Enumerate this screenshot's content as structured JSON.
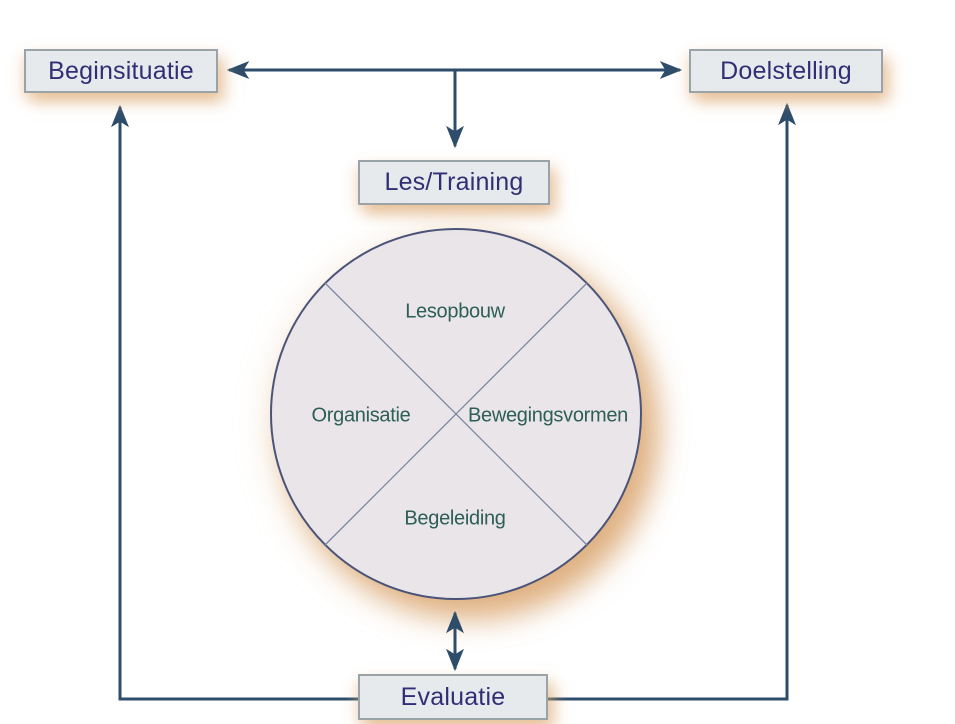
{
  "diagram": {
    "title": "lesson-training planning cycle",
    "boxes": {
      "beginsituatie": "Beginsituatie",
      "doelstelling": "Doelstelling",
      "les_training": "Les/Training",
      "evaluatie": "Evaluatie"
    },
    "circle": {
      "segments": [
        {
          "position": "top",
          "label": "Lesopbouw"
        },
        {
          "position": "left",
          "label": "Organisatie"
        },
        {
          "position": "right",
          "label": "Bewegingsvormen"
        },
        {
          "position": "bottom",
          "label": "Begeleiding"
        }
      ]
    },
    "connections": [
      {
        "from": "beginsituatie",
        "to": "doelstelling",
        "style": "double-arrow"
      },
      {
        "from": "beginsituatie-doelstelling-line",
        "to": "les_training",
        "style": "arrow"
      },
      {
        "from": "cycle-circle",
        "to": "evaluatie",
        "style": "double-arrow"
      },
      {
        "from": "evaluatie",
        "to": "beginsituatie",
        "style": "arrow"
      },
      {
        "from": "evaluatie",
        "to": "doelstelling",
        "style": "arrow"
      }
    ],
    "colors": {
      "box_fill": "#e7eaec",
      "box_border": "#9aa3a8",
      "box_text": "#322e75",
      "arrow_line": "#2e4d6b",
      "circle_fill": "#eae5e9",
      "circle_border": "#4a5478",
      "divider_line": "#7b87a3",
      "segment_text": "#2d5f57",
      "shadow_glow": "#dba064"
    }
  }
}
